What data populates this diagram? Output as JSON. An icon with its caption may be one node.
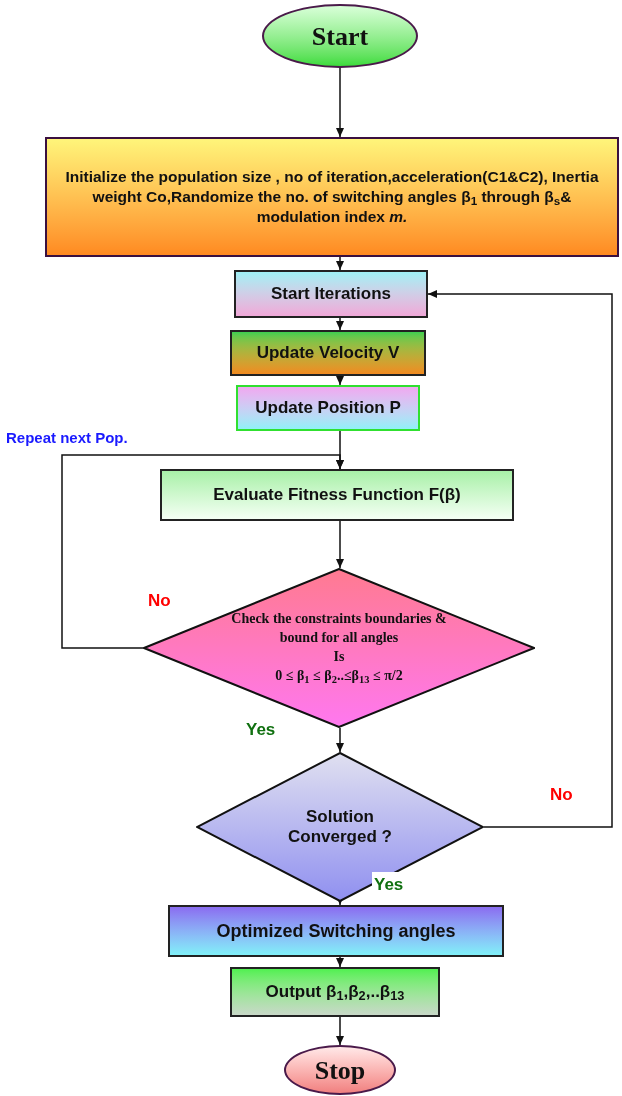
{
  "diagram": {
    "nodes": [
      {
        "text": [
          "Start"
        ]
      },
      {
        "text": [
          "Initialize the population size , no of iteration,acceleration(C1&C2), Inertia weight Co,Randomize the no. of switching angles β$_{1}$ through β$_{s}$& modulation index *m.*"
        ]
      },
      {
        "text": [
          "Start Iterations"
        ]
      },
      {
        "text": [
          "Update Velocity V"
        ]
      },
      {
        "text": [
          "Update Position P"
        ]
      },
      {
        "text": [
          "Evaluate Fitness Function F(β)"
        ]
      },
      {
        "text": [
          "Check the constraints boundaries & bound for all angles",
          "Is",
          "0 ≤ β$_{1}$ ≤ β$_{2}$..≤β$_{13}$ ≤ π/2"
        ]
      },
      {
        "text": [
          "Solution Converged ?"
        ]
      },
      {
        "text": [
          "Optimized Switching angles"
        ]
      },
      {
        "text": [
          "Output β$_{1}$,β$_{2}$,..β$_{13}$"
        ]
      },
      {
        "text": [
          "Stop"
        ]
      }
    ],
    "edges": [
      {
        "from": 0,
        "to": 1,
        "arrow": "to"
      },
      {
        "from": 1,
        "to": 2,
        "arrow": "to"
      },
      {
        "from": 2,
        "to": 3,
        "arrow": "to"
      },
      {
        "from": 3,
        "to": 4,
        "arrow": "to"
      },
      {
        "from": 4,
        "to": 5,
        "arrow": "to"
      },
      {
        "from": 5,
        "to": 6,
        "arrow": "to"
      },
      {
        "from": 6,
        "to": 5,
        "arrow": "to",
        "label": "No"
      },
      {
        "from": 6,
        "to": 7,
        "arrow": "to",
        "label": "Yes"
      },
      {
        "from": 7,
        "to": 2,
        "arrow": "to",
        "label": "No"
      },
      {
        "from": 7,
        "to": 8,
        "arrow": "to",
        "label": "Yes"
      },
      {
        "from": 8,
        "to": 9,
        "arrow": "to"
      },
      {
        "from": 9,
        "to": 10,
        "arrow": "to"
      }
    ],
    "labels": [
      "Repeat next Pop."
    ]
  }
}
